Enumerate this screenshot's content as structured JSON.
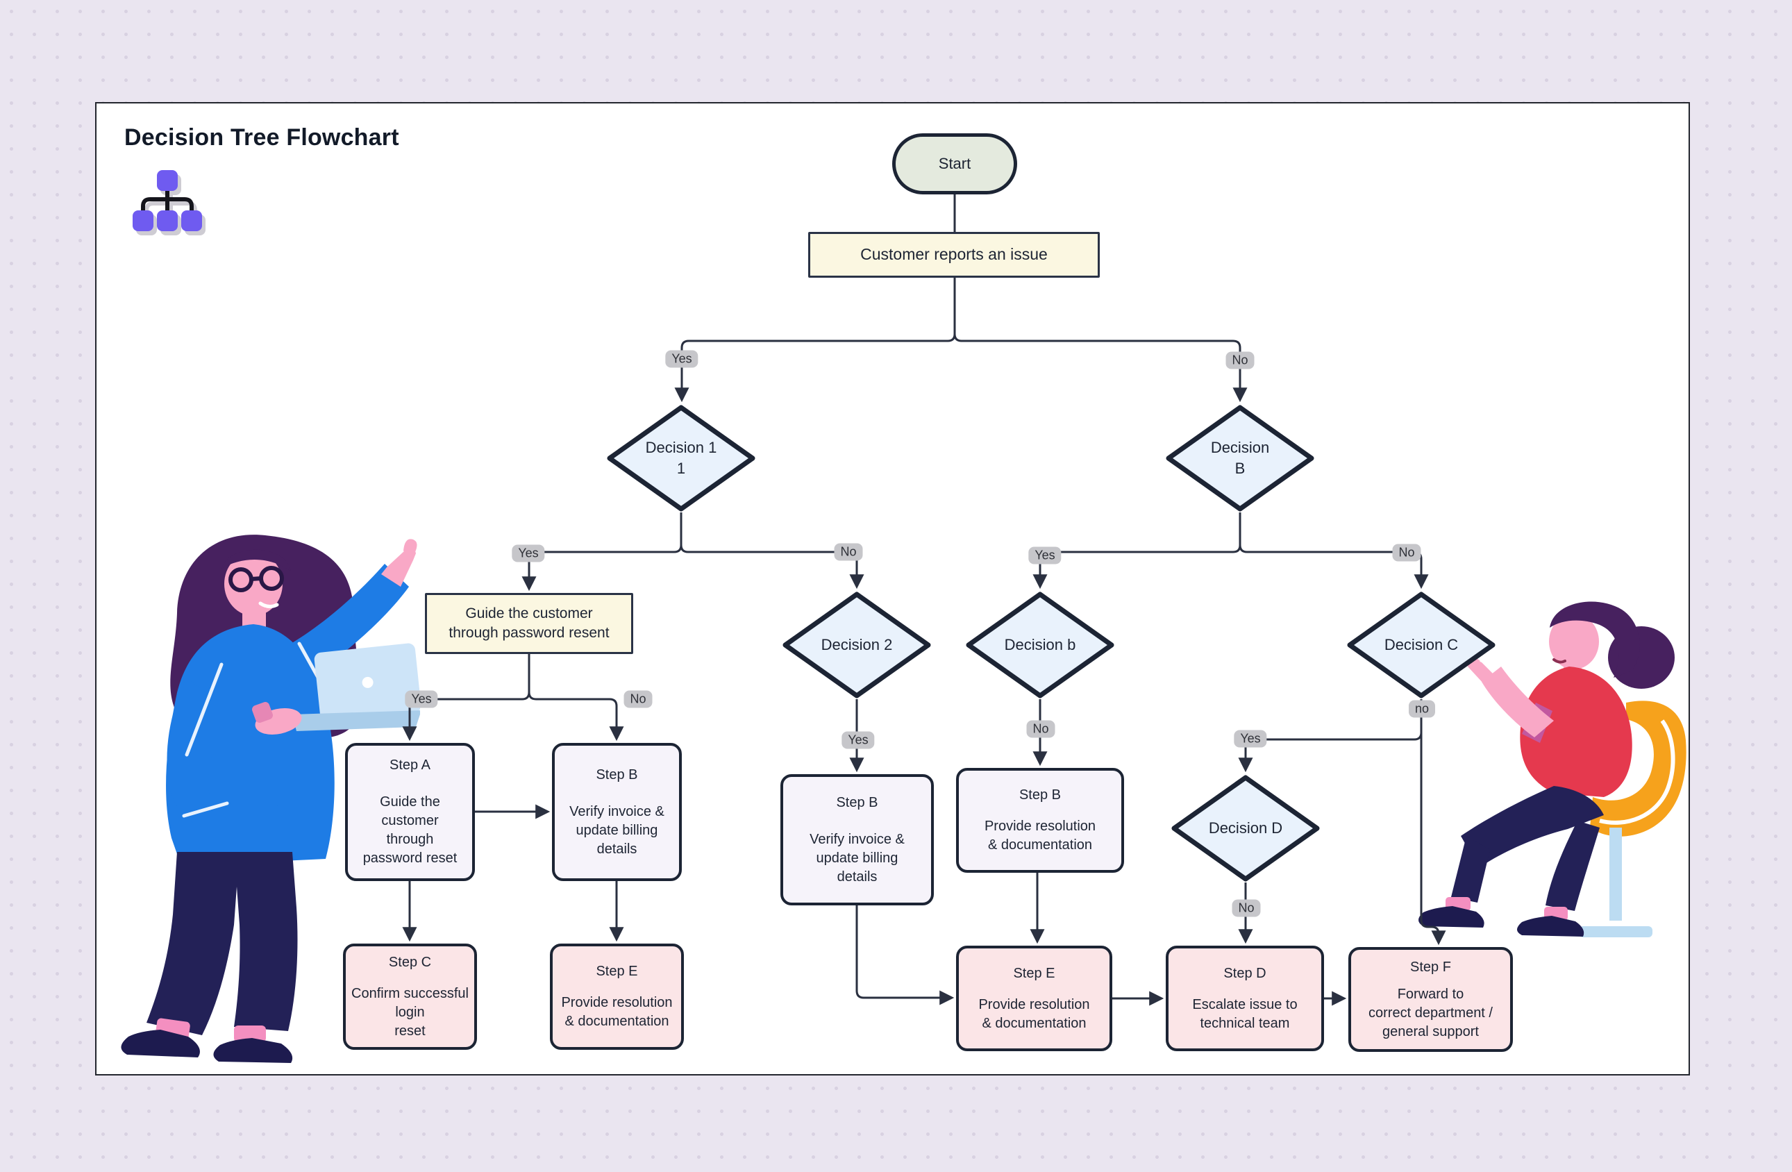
{
  "title": "Decision Tree Flowchart",
  "nodes": {
    "start": "Start",
    "report": "Customer reports an issue",
    "decision1": "Decision 1\n1",
    "decisionB": "Decision\nB",
    "guide": "Guide the customer\nthrough password resent",
    "decision2": "Decision 2",
    "decisionb": "Decision b",
    "decisionC": "Decision C",
    "decisionD": "Decision D",
    "stepA": {
      "title": "Step A",
      "body": "Guide the customer\nthrough\npassword reset"
    },
    "stepB1": {
      "title": "Step B",
      "body": "Verify invoice &\nupdate billing\ndetails"
    },
    "stepB2": {
      "title": "Step B",
      "body": "Verify invoice &\nupdate billing\ndetails"
    },
    "stepB3": {
      "title": "Step B",
      "body": "Provide resolution\n& documentation"
    },
    "stepC": {
      "title": "Step C",
      "body": "Confirm successful\nlogin\nreset"
    },
    "stepE1": {
      "title": "Step E",
      "body": "Provide resolution\n& documentation"
    },
    "stepE2": {
      "title": "Step E",
      "body": "Provide resolution\n& documentation"
    },
    "stepD": {
      "title": "Step D",
      "body": "Escalate issue to\ntechnical team"
    },
    "stepF": {
      "title": "Step F",
      "body": "Forward to\ncorrect department /\ngeneral support"
    }
  },
  "labels": {
    "root_yes": "Yes",
    "root_no": "No",
    "d1_yes": "Yes",
    "d1_no": "No",
    "guide_yes": "Yes",
    "guide_no": "No",
    "d2_yes": "Yes",
    "db_no": "No",
    "dB_yes": "Yes",
    "dB_no": "No",
    "dC_yes": "Yes",
    "dC_no": "no",
    "dD_no": "No"
  },
  "colors": {
    "background": "#eae5f0",
    "canvas": "#ffffff",
    "terminal_fill": "#e4eade",
    "io_fill": "#fbf7e1",
    "decision_fill": "#e9f2fc",
    "process_fill": "#f6f3fa",
    "result_fill": "#fbe5e7",
    "label_pill": "#c6c6ca",
    "line": "#2a3040",
    "icon_purple": "#6f5bf0"
  }
}
